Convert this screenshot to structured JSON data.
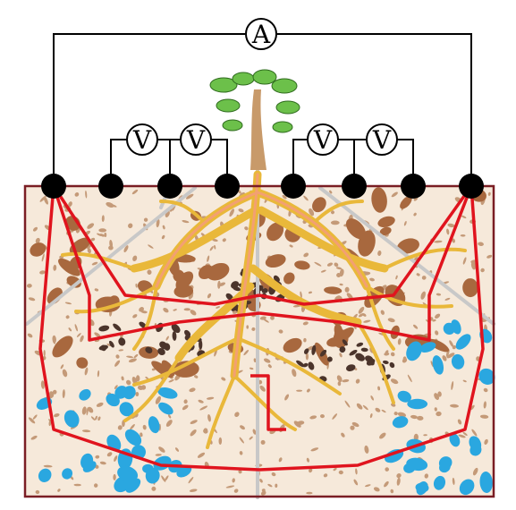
{
  "meters": {
    "ammeter": {
      "symbol": "A"
    },
    "voltmeters": [
      {
        "symbol": "V"
      },
      {
        "symbol": "V"
      },
      {
        "symbol": "V"
      },
      {
        "symbol": "V"
      }
    ]
  },
  "colors": {
    "soil_border": "#7a1d24",
    "soil_bg": "#f6e9da",
    "pebble": "#a8683e",
    "pebble_small": "#c49a78",
    "dark_pebble": "#4b342b",
    "water_pebble": "#2aa7e0",
    "root": "#e9b83a",
    "root_core": "#f3a072",
    "current_path": "#e0141e",
    "probe_line": "#c8c8c8",
    "leaf": "#6cc04a",
    "wire": "#000000"
  },
  "icons": [
    "plant-icon",
    "electrode-icon",
    "ammeter-icon",
    "voltmeter-icon"
  ]
}
